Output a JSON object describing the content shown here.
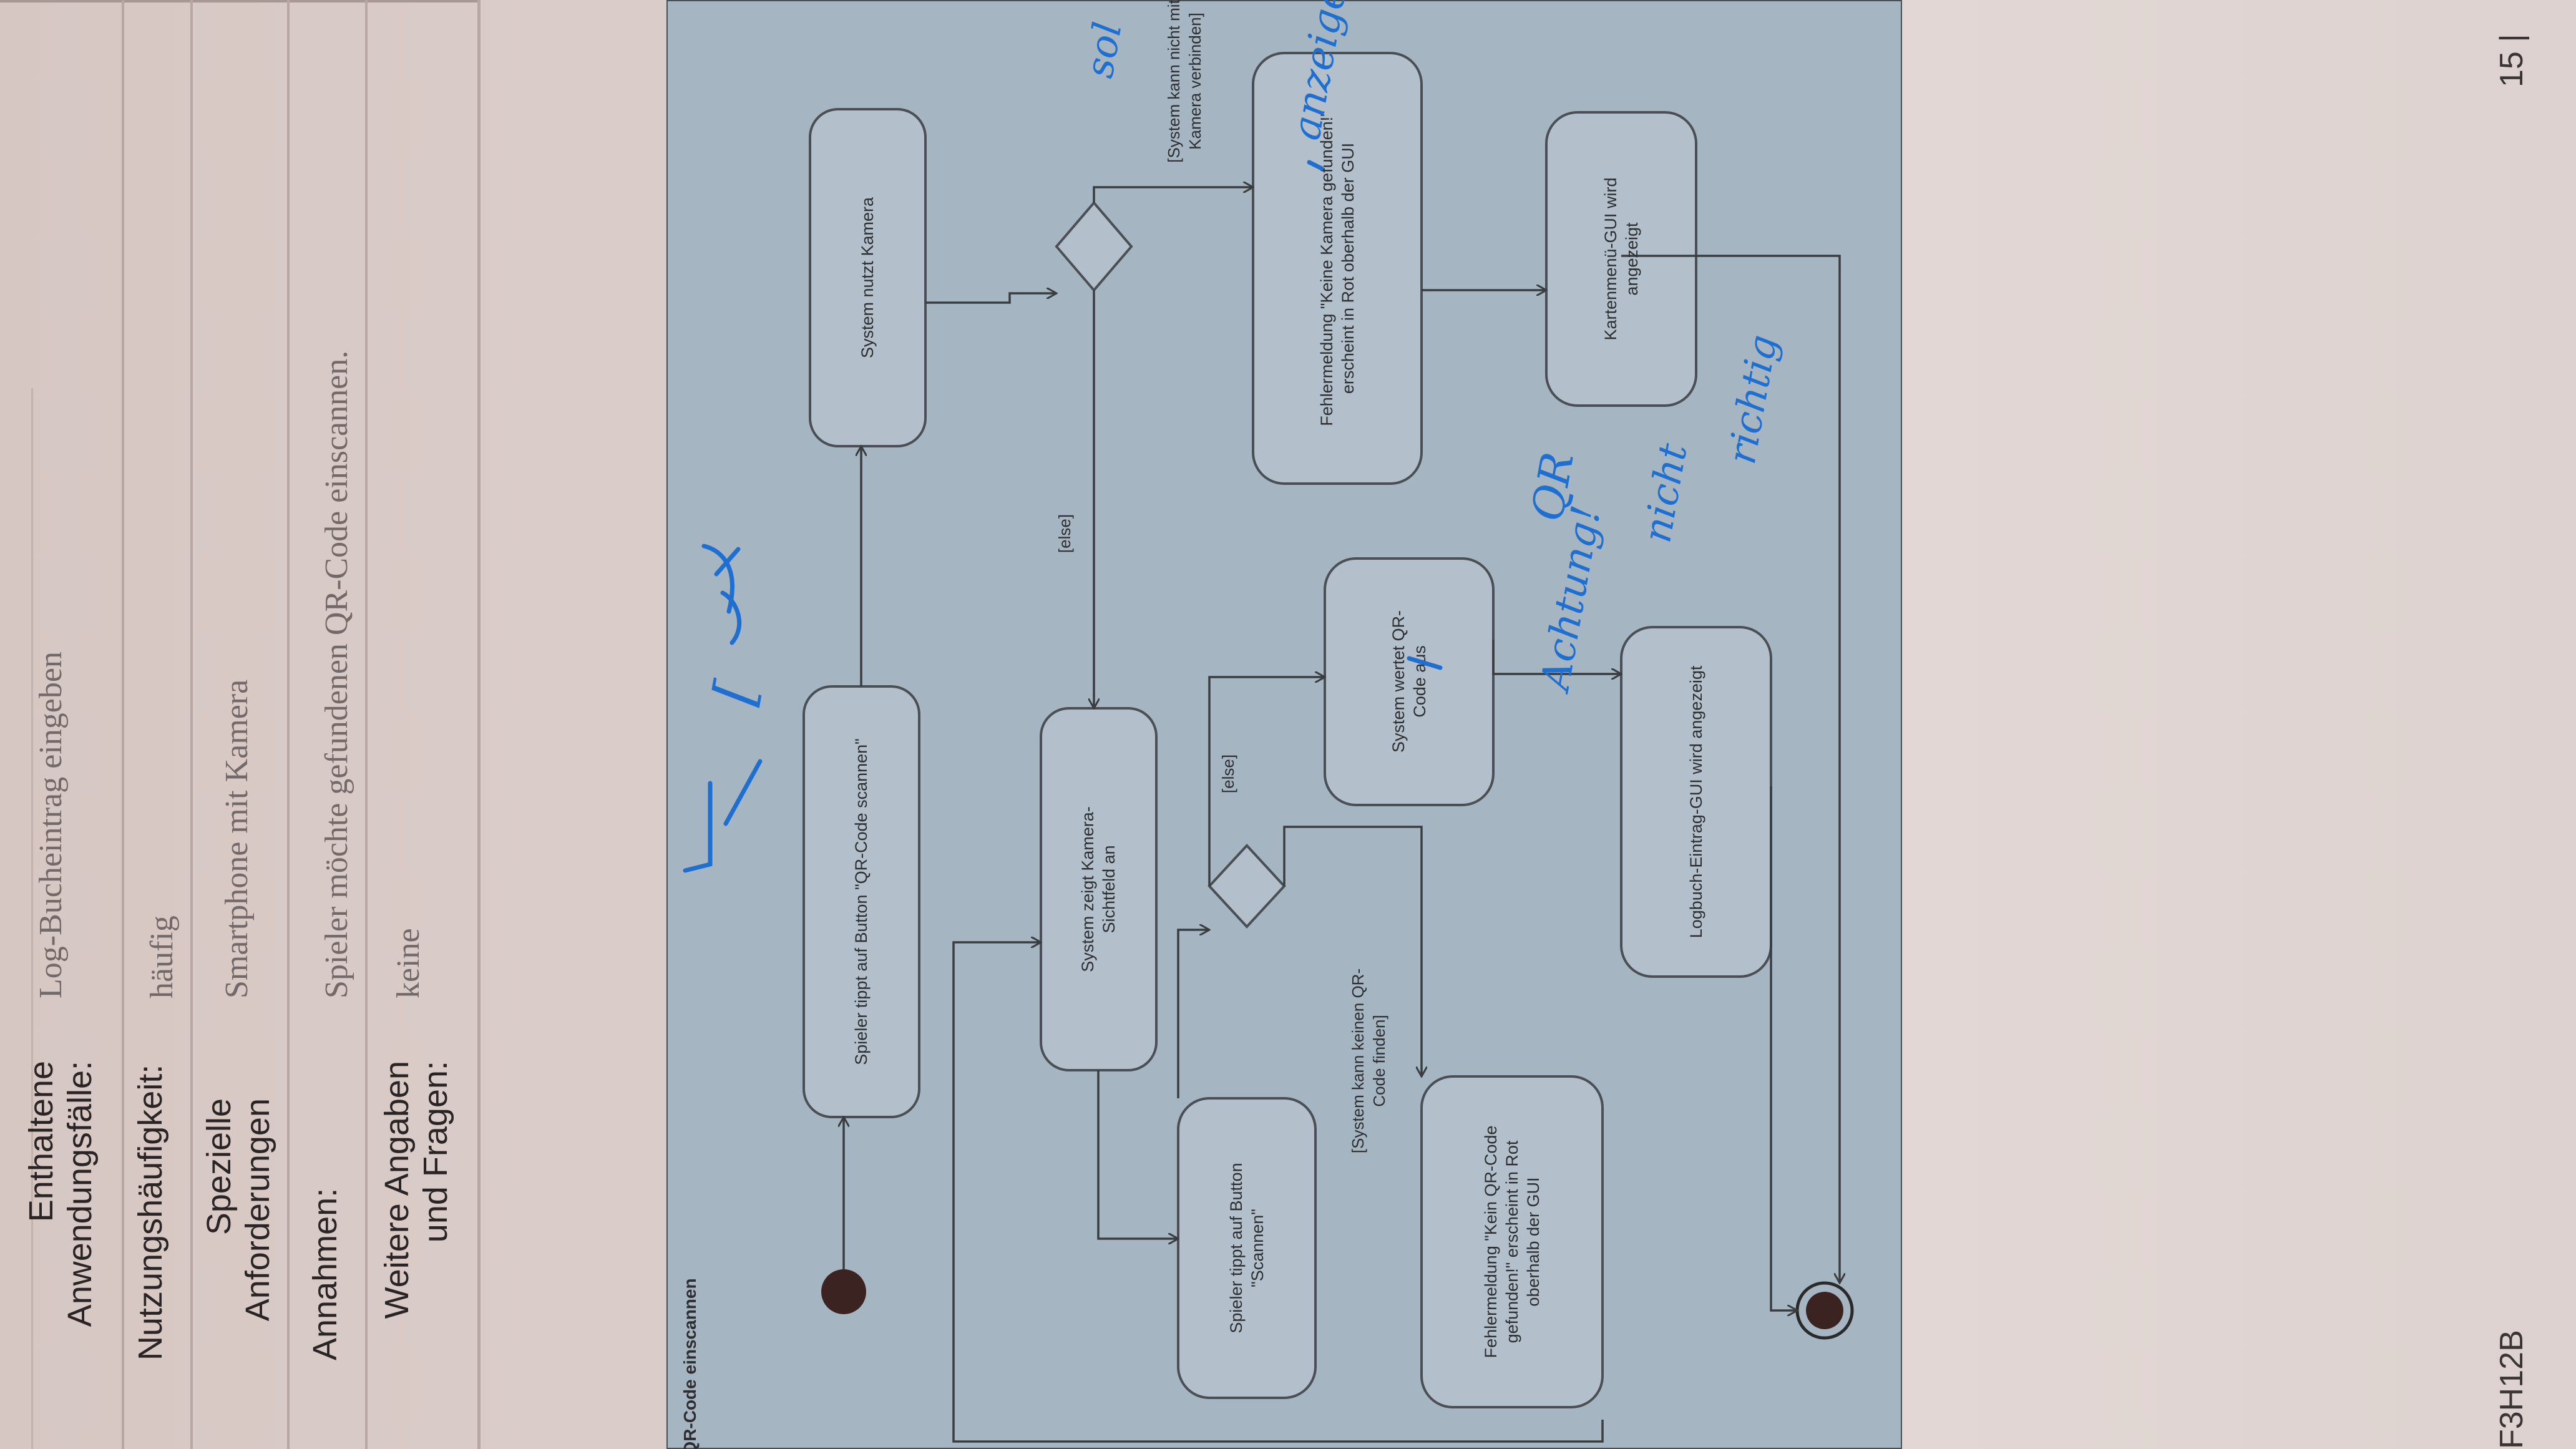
{
  "use_case_table": {
    "rows": [
      {
        "label": "Enthaltene Anwendungsfälle:",
        "value": "Log-Bucheintrag eingeben"
      },
      {
        "label": "Nutzungshäufigkeit:",
        "value": "häufig"
      },
      {
        "label": "Spezielle Anforderungen",
        "value": "Smartphone mit Kamera"
      },
      {
        "label": "Annahmen:",
        "value": "Spieler möchte gefundenen QR-Code einscannen."
      },
      {
        "label": "Weitere Angaben und Fragen:",
        "value": "keine"
      }
    ]
  },
  "diagram": {
    "title": "QR-Code einscannen",
    "nodes": {
      "n1": "Spieler tippt auf Button \"QR-Code scannen\"",
      "n2": "System nutzt Kamera",
      "n3": "System zeigt Kamera-Sichtfeld an",
      "n4": "Fehlermeldung \"Keine Kamera gefunden!\" erscheint in Rot oberhalb der GUI",
      "n5": "Spieler tippt auf Button \"Scannen\"",
      "n6": "System wertet QR-Code aus",
      "n7": "Kartenmenü-GUI wird angezeigt",
      "n8": "Fehlermeldung \"Kein QR-Code gefunden!\" erscheint in Rot oberhalb der GUI",
      "n9": "Logbuch-Eintrag-GUI wird angezeigt"
    },
    "guards": {
      "g1": "[System kann nicht mit Kamera verbinden]",
      "g2": "[else]",
      "g3": "[else]",
      "g4": "[System kann keinen QR-Code finden]"
    }
  },
  "handwriting": {
    "h1": "sol",
    "h2": "anzeigen",
    "h3": "Achtung!",
    "h4": "QR",
    "h5": "nicht",
    "h6": "richtig"
  },
  "footer": {
    "code": "F3H12B",
    "page": "15 |"
  },
  "colors": {
    "diagram_bg": "#a6b5c2",
    "ink": "#1f6fd1",
    "node_fill": "#b3c0cb"
  }
}
